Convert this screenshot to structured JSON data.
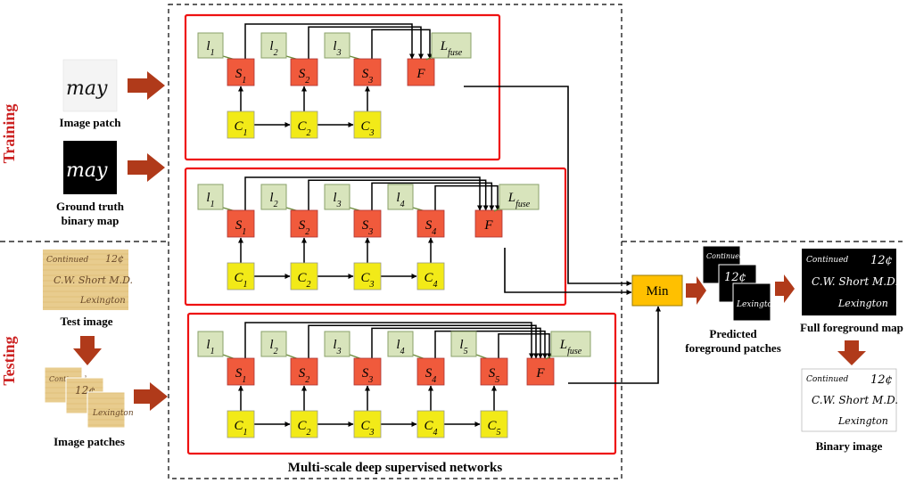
{
  "side_labels": {
    "training": "Training",
    "testing": "Testing"
  },
  "inputs": {
    "image_patch": "Image patch",
    "ground_truth_line1": "Ground truth",
    "ground_truth_line2": "binary map",
    "test_image": "Test image",
    "image_patches": "Image patches"
  },
  "networks_title": "Multi-scale deep supervised networks",
  "nodes": {
    "s": "S",
    "c": "C",
    "l": "l",
    "f": "F",
    "lfuse_main": "L",
    "lfuse_sub": "fuse"
  },
  "min_label": "Min",
  "outputs": {
    "predicted_line1": "Predicted",
    "predicted_line2": "foreground patches",
    "full_foreground": "Full foreground map",
    "binary_image": "Binary image"
  },
  "handwriting": {
    "patch_word": "may",
    "doc_top_left": "Continued",
    "doc_top_right": "12¢",
    "doc_line2": "C.W. Short M.D.",
    "doc_line3": "Lexington"
  },
  "colors": {
    "s_node": "#f05a3c",
    "c_node": "#f2ea18",
    "l_node": "#d8e4bc",
    "min_node": "#ffc000",
    "box_border": "#ee1111",
    "arrow_fat": "#b03a1a",
    "side_text": "#cc2222"
  },
  "networks": [
    {
      "stages": 3
    },
    {
      "stages": 4
    },
    {
      "stages": 5
    }
  ]
}
